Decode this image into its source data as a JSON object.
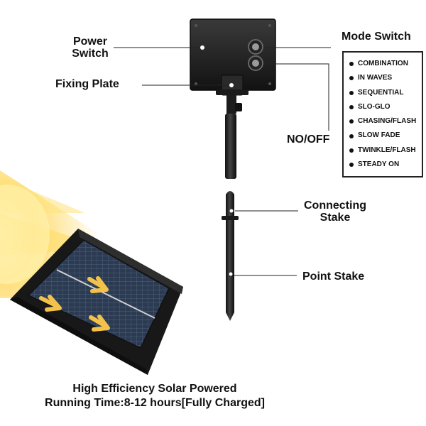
{
  "labels": {
    "power_switch": [
      "Power",
      "Switch"
    ],
    "fixing_plate": "Fixing Plate",
    "mode_switch": "Mode Switch",
    "no_off": "NO/OFF",
    "connecting_stake": [
      "Connecting",
      "Stake"
    ],
    "point_stake": "Point Stake"
  },
  "modes": [
    "COMBINATION",
    "IN WAVES",
    "SEQUENTIAL",
    "SLO-GLO",
    "CHASING/FLASH",
    "SLOW FADE",
    "TWINKLE/FLASH",
    "STEADY ON"
  ],
  "caption": {
    "line1": "High Efficiency Solar Powered",
    "line2": "Running Time:8-12 hours[Fully Charged]"
  },
  "colors": {
    "housing": "#1e1e1e",
    "panel_cell": "#2c3b52",
    "arrow": "#f3c24a",
    "sunlight": "#ffd24a"
  },
  "icons": [
    "sun-rays-icon",
    "direction-arrow-icon"
  ]
}
